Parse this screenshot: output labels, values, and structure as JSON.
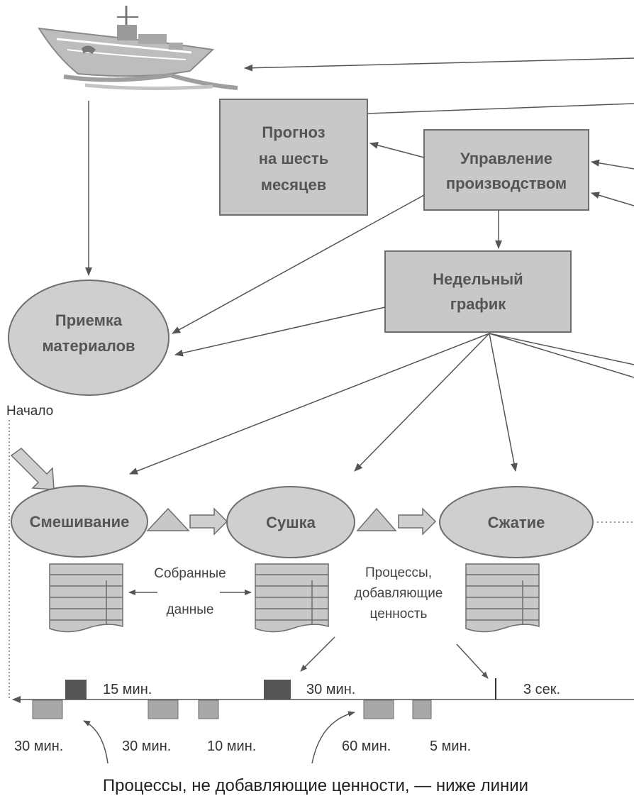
{
  "boxes": {
    "forecast": [
      "Прогноз",
      "на шесть",
      "месяцев"
    ],
    "production_control": [
      "Управление",
      "производством"
    ],
    "weekly_schedule": [
      "Недельный",
      "график"
    ],
    "receiving": [
      "Приемка",
      "материалов"
    ]
  },
  "start_label": "Начало",
  "processes": {
    "mixing": "Смешивание",
    "drying": "Сушка",
    "compression": "Сжатие"
  },
  "labels": {
    "collected_data": [
      "Собранные",
      "данные"
    ],
    "value_adding": [
      "Процессы,",
      "добавляющие",
      "ценность"
    ]
  },
  "timeline": {
    "above": [
      "15 мин.",
      "30 мин.",
      "3 сек."
    ],
    "below": [
      "30 мин.",
      "30 мин.",
      "10 мин.",
      "60 мин.",
      "5 мин."
    ]
  },
  "caption": "Процессы, не добавляющие ценности, — ниже линии",
  "colors": {
    "box_fill": "#c8c8c8",
    "box_stroke": "#6e6e6e",
    "ellipse_fill": "#cfcfcf",
    "dark_block": "#555555",
    "light_block": "#a8a8a8",
    "line": "#555555"
  }
}
